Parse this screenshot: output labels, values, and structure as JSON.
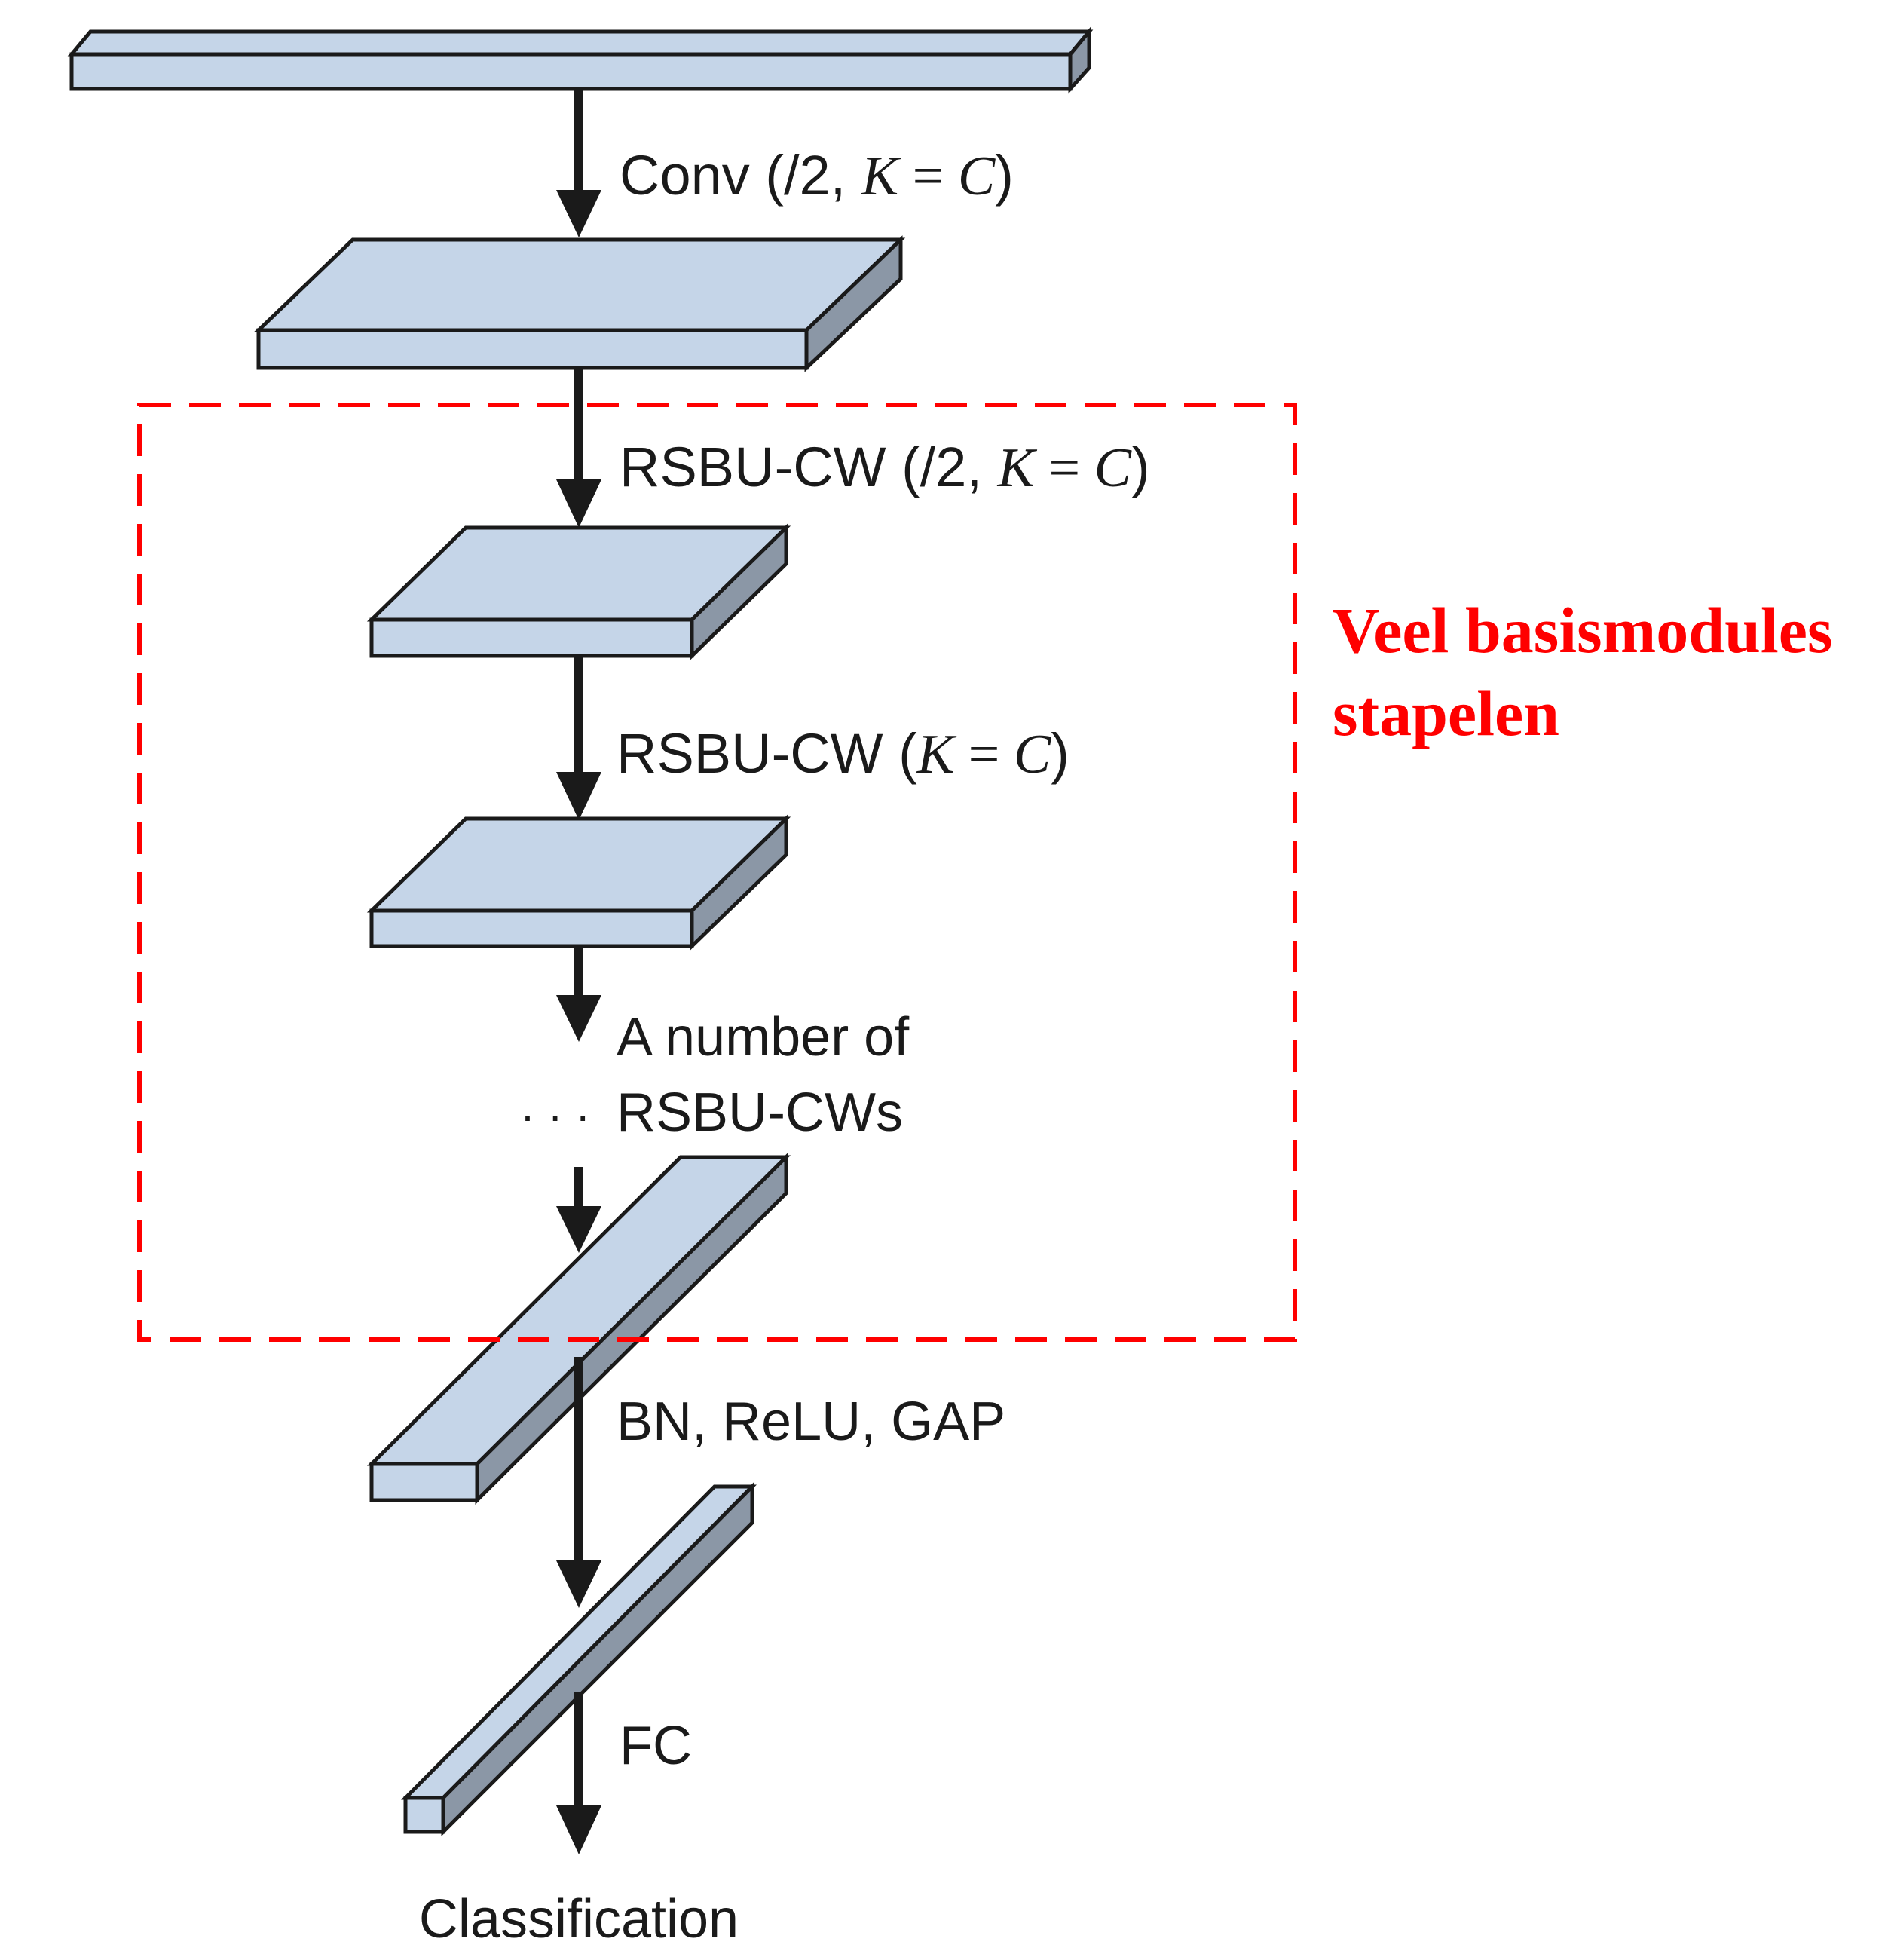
{
  "steps": {
    "conv": {
      "prefix": "Conv (/2, ",
      "k": "K",
      "eq": " = ",
      "c": "C",
      "suffix": ")"
    },
    "rsbu_down": {
      "prefix": "RSBU-CW (/2, ",
      "k": "K",
      "eq": " = ",
      "c": "C",
      "suffix": ")"
    },
    "rsbu": {
      "prefix": "RSBU-CW (",
      "k": "K",
      "eq": " = ",
      "c": "C",
      "suffix": ")"
    },
    "many": {
      "line1": "A number of",
      "dots": "· · ·",
      "line2": "RSBU-CWs"
    },
    "bn": "BN, ReLU, GAP",
    "fc": "FC",
    "output": "Classification"
  },
  "annotation": {
    "line1": "Veel basismodules",
    "line2": "stapelen"
  },
  "colors": {
    "block_face": "#c5d5e8",
    "block_side": "#8b97a6",
    "outline": "#1a1a1a",
    "highlight": "#ff0000",
    "text": "#1a1a1a"
  }
}
